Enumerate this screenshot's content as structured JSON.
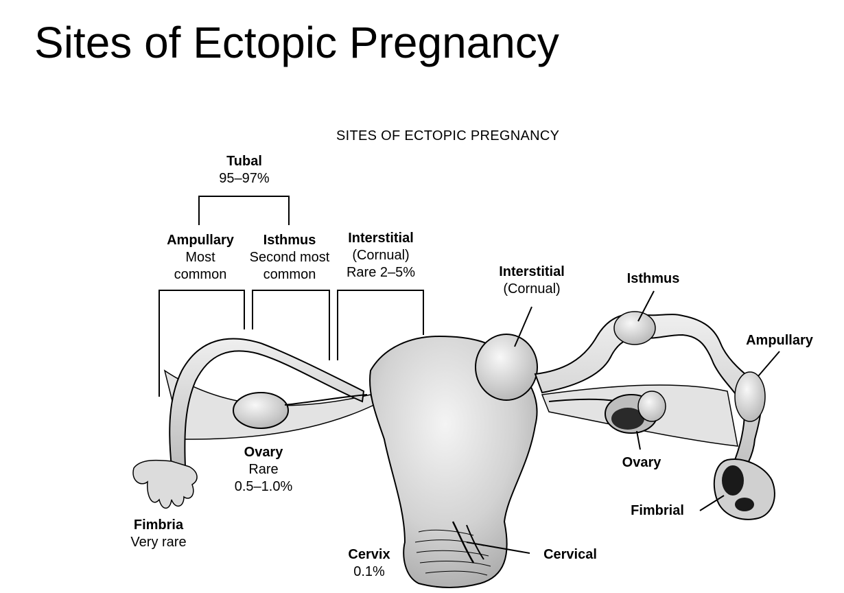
{
  "slide_title": "Sites of Ectopic Pregnancy",
  "figure_title": "SITES OF ECTOPIC PREGNANCY",
  "left_labels": {
    "tubal": {
      "name": "Tubal",
      "detail": "95–97%"
    },
    "ampullary": {
      "name": "Ampullary",
      "line1": "Most",
      "line2": "common"
    },
    "isthmus": {
      "name": "Isthmus",
      "line1": "Second most",
      "line2": "common"
    },
    "interstitial": {
      "name": "Interstitial",
      "line1": "(Cornual)",
      "line2": "Rare 2–5%"
    },
    "ovary": {
      "name": "Ovary",
      "line1": "Rare",
      "line2": "0.5–1.0%"
    },
    "fimbria": {
      "name": "Fimbria",
      "line1": "Very rare"
    },
    "cervix": {
      "name": "Cervix",
      "line1": "0.1%"
    }
  },
  "right_labels": {
    "interstitial": {
      "name": "Interstitial",
      "line1": "(Cornual)"
    },
    "isthmus": {
      "name": "Isthmus"
    },
    "ampullary": {
      "name": "Ampullary"
    },
    "ovary": {
      "name": "Ovary"
    },
    "fimbrial": {
      "name": "Fimbrial"
    },
    "cervical": {
      "name": "Cervical"
    }
  },
  "colors": {
    "tissue": "#c9c9c9",
    "tissue_light": "#ececec",
    "line": "#000000",
    "dark": "#1a1a1a"
  }
}
